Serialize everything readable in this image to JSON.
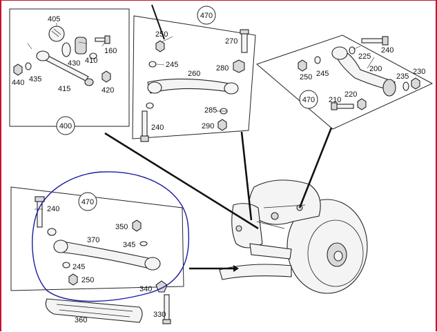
{
  "colors": {
    "border": "#c8102e",
    "lasso": "#1a1aa0"
  },
  "callouts": {
    "panel_400": {
      "ref": "400",
      "parts": [
        "405",
        "160",
        "430",
        "410",
        "440",
        "435",
        "415",
        "420"
      ]
    },
    "panel_470_top": {
      "ref": "470",
      "parts": [
        "250",
        "270",
        "245",
        "280",
        "260",
        "285",
        "290",
        "240"
      ]
    },
    "panel_470_right": {
      "ref": "470",
      "parts": [
        "225",
        "240",
        "250",
        "245",
        "200",
        "235",
        "230",
        "220",
        "210"
      ]
    },
    "panel_470_left": {
      "ref": "470",
      "parts": [
        "240",
        "350",
        "370",
        "345",
        "245",
        "250",
        "340",
        "360",
        "330"
      ]
    }
  }
}
